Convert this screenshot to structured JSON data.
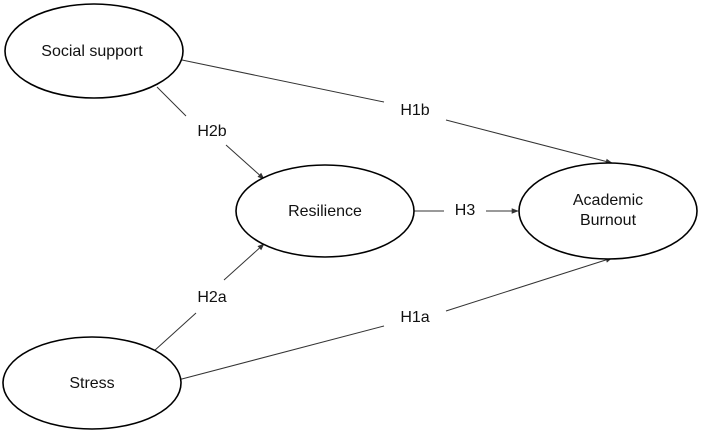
{
  "nodes": {
    "social_support": "Social support",
    "resilience": "Resilience",
    "academic_burnout_line1": "Academic",
    "academic_burnout_line2": "Burnout",
    "stress": "Stress"
  },
  "hypotheses": {
    "h1a": "H1a",
    "h1b": "H1b",
    "h2a": "H2a",
    "h2b": "H2b",
    "h3": "H3"
  }
}
